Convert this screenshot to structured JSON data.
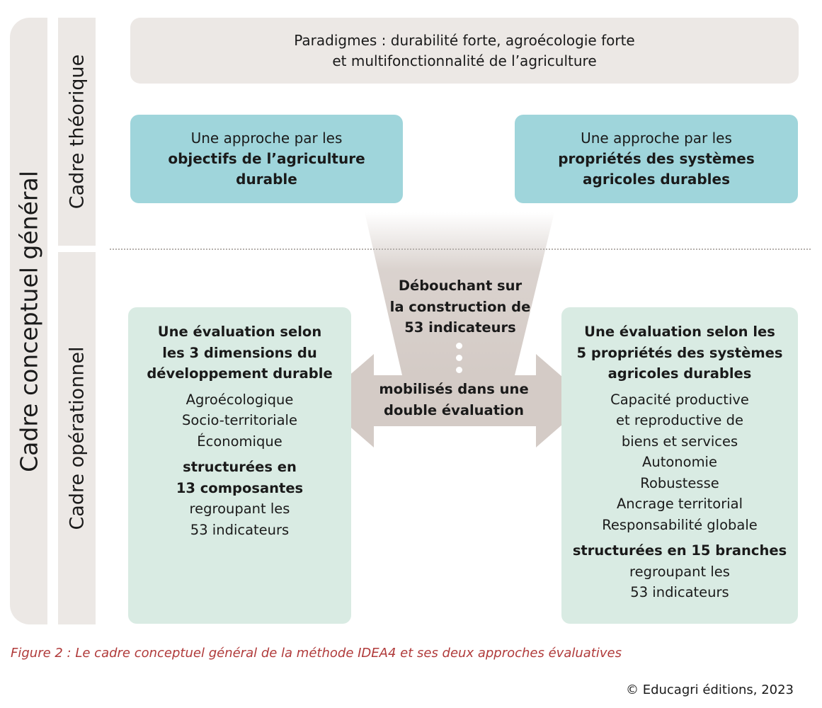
{
  "side_labels": {
    "general": "Cadre conceptuel général",
    "theoretical": "Cadre théorique",
    "operational": "Cadre opérationnel"
  },
  "paradigm": {
    "line1": "Paradigmes : durabilité forte, agroécologie forte",
    "line2": "et multifonctionnalité de l’agriculture"
  },
  "approach_left": {
    "line1": "Une approche par les",
    "line2": "objectifs de l’agriculture",
    "line3": "durable"
  },
  "approach_right": {
    "line1": "Une approche par les",
    "line2": "propriétés des systèmes",
    "line3": "agricoles durables"
  },
  "center": {
    "top_lines": [
      "Débouchant sur",
      "la construction de",
      "53 indicateurs"
    ],
    "bottom_lines": [
      "mobilisés dans une",
      "double évaluation"
    ]
  },
  "eval_left": {
    "title_lines": [
      "Une évaluation selon",
      "les 3 dimensions du",
      "développement durable"
    ],
    "items": [
      "Agroécologique",
      "Socio-territoriale",
      "Économique"
    ],
    "footer_bold": [
      "structurées en",
      "13 composantes"
    ],
    "footer": [
      "regroupant les",
      "53 indicateurs"
    ]
  },
  "eval_right": {
    "title_lines": [
      "Une évaluation selon les",
      "5 propriétés des systèmes",
      "agricoles durables"
    ],
    "items": [
      "Capacité productive",
      "et reproductive de",
      "biens et services",
      "Autonomie",
      "Robustesse",
      "Ancrage territorial",
      "Responsabilité globale"
    ],
    "footer_bold": [
      "structurées en 15 branches"
    ],
    "footer": [
      "regroupant les",
      "53 indicateurs"
    ]
  },
  "caption": "Figure 2 : Le cadre conceptuel général de la méthode IDEA4 et ses deux approches évaluatives",
  "credit": "© Educagri éditions, 2023",
  "colors": {
    "beige": "#ece8e5",
    "blue": "#9fd5db",
    "green": "#d9ebe3",
    "arrow": "#d4cbc6",
    "caption": "#b03a3a"
  }
}
